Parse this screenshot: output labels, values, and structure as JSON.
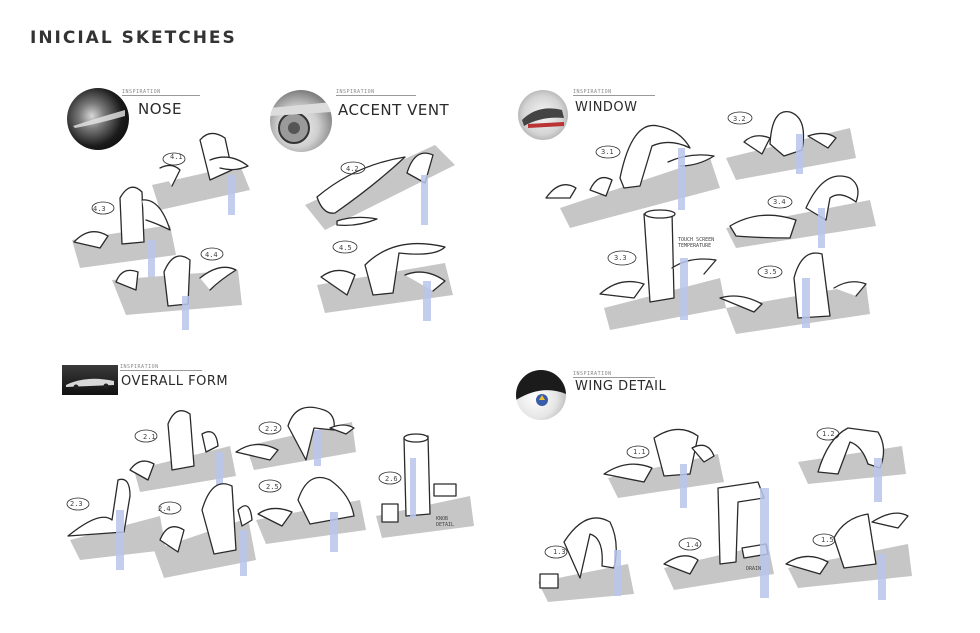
{
  "page": {
    "title": "INICIAL SKETCHES"
  },
  "inspiration_label": "INSPIRATION",
  "groups": {
    "nose": {
      "label": "NOSE",
      "icon": "car-nose-photo",
      "sketch_numbers": [
        "4.1",
        "4.3",
        "4.4"
      ]
    },
    "accent_vent": {
      "label": "ACCENT VENT",
      "icon": "car-wheel-vent-photo",
      "sketch_numbers": [
        "4.2",
        "4.5"
      ]
    },
    "window": {
      "label": "WINDOW",
      "icon": "car-window-photo",
      "sketch_numbers": [
        "3.1",
        "3.2",
        "3.3",
        "3.4",
        "3.5"
      ],
      "note": "TOUCH SCREEN TEMPERATURE"
    },
    "overall_form": {
      "label": "OVERALL FORM",
      "icon": "concept-car-photo",
      "sketch_numbers": [
        "2.1",
        "2.2",
        "2.3",
        "2.4",
        "2.5",
        "2.6"
      ],
      "note": "KNOB DETAIL"
    },
    "wing_detail": {
      "label": "WING DETAIL",
      "icon": "wing-badge-photo",
      "sketch_numbers": [
        "1.1",
        "1.2",
        "1.3",
        "1.4",
        "1.5"
      ],
      "note": "DRAIN"
    }
  },
  "colors": {
    "shadow": "#bcbcbc",
    "accent_blue": "#b8c6ec",
    "line": "#2a2a2a"
  }
}
